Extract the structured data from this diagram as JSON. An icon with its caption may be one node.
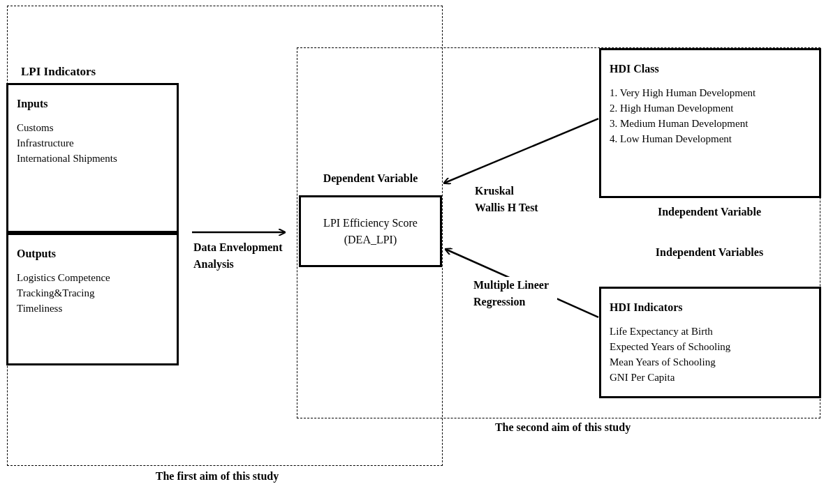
{
  "diagram": {
    "nodes": [
      {
        "text": [
          "The first aim of this study"
        ]
      },
      {
        "text": [
          "The second aim of this study"
        ]
      },
      {
        "text": [
          "Inputs",
          "Customs",
          "Infrastructure",
          "International Shipments"
        ],
        "in": 0
      },
      {
        "text": [
          "Outputs",
          "Logistics Competence",
          "Tracking&Tracing",
          "Timeliness"
        ],
        "in": 0
      },
      {
        "text": [
          "LPI Efficiency Score",
          "(DEA_LPI)"
        ],
        "beside": [
          "Dependent Variable"
        ]
      },
      {
        "text": [
          "HDI Class",
          "1. Very High Human Development",
          "2. High Human Development",
          "3. Medium Human Development",
          "4. Low Human Development"
        ],
        "beside": [
          "Independent Variable"
        ],
        "in": 1
      },
      {
        "text": [
          "HDI Indicators",
          "Life Expectancy at Birth",
          "Expected Years of Schooling",
          "Mean Years of Schooling",
          "GNI Per Capita"
        ],
        "beside": [
          "Independent Variables"
        ],
        "in": 1
      }
    ],
    "edges": [
      {
        "from": null,
        "to": 4,
        "arrow": "to",
        "label": "Data Envelopment Analysis"
      },
      {
        "from": 5,
        "to": 4,
        "arrow": "to",
        "label": "Kruskal Wallis H Test"
      },
      {
        "from": 6,
        "to": 4,
        "arrow": "to",
        "label": "Multiple Lineer Regression"
      }
    ],
    "labels": [
      "LPI Indicators"
    ]
  }
}
